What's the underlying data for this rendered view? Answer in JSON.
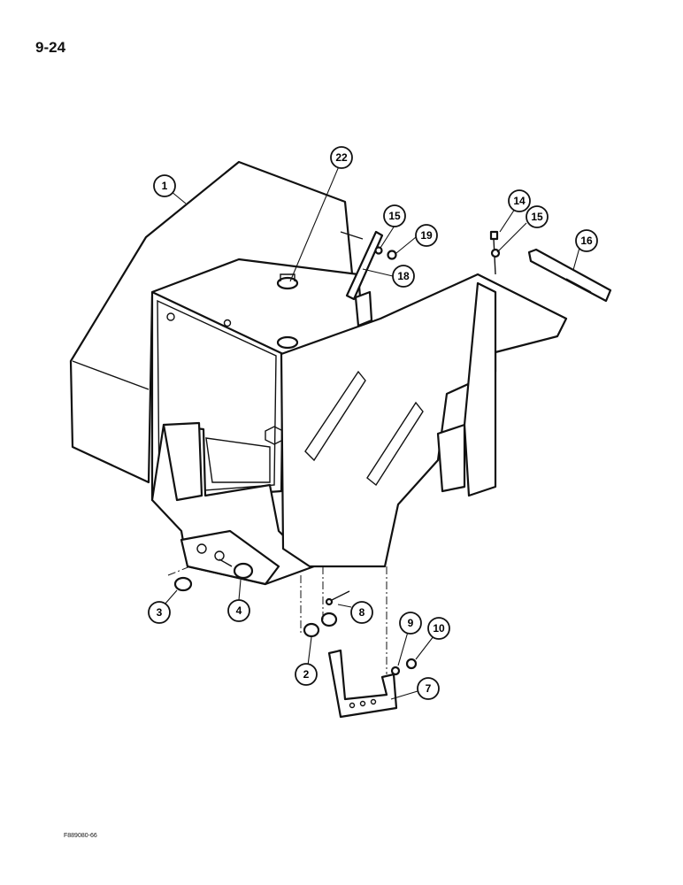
{
  "page_number": "9-24",
  "figure_code": "F889080-66",
  "callouts": [
    {
      "id": "c1",
      "label": "1"
    },
    {
      "id": "c22",
      "label": "22"
    },
    {
      "id": "c15a",
      "label": "15"
    },
    {
      "id": "c19",
      "label": "19"
    },
    {
      "id": "c18",
      "label": "18"
    },
    {
      "id": "c14",
      "label": "14"
    },
    {
      "id": "c15b",
      "label": "15"
    },
    {
      "id": "c16",
      "label": "16"
    },
    {
      "id": "c3",
      "label": "3"
    },
    {
      "id": "c4",
      "label": "4"
    },
    {
      "id": "c8",
      "label": "8"
    },
    {
      "id": "c2",
      "label": "2"
    },
    {
      "id": "c9",
      "label": "9"
    },
    {
      "id": "c10",
      "label": "10"
    },
    {
      "id": "c7",
      "label": "7"
    }
  ]
}
